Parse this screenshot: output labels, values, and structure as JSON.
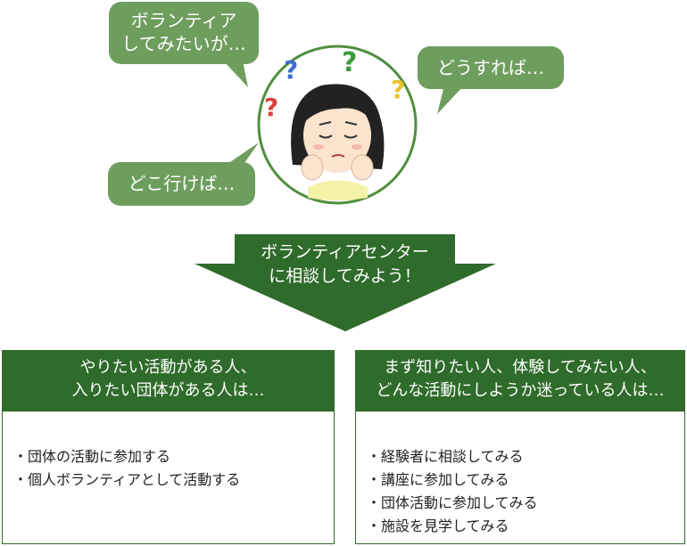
{
  "colors": {
    "bubble": "#6e9e5e",
    "dark_green": "#2f6b2a",
    "circle_border": "#4f8f3f",
    "q_blue": "#3b6fd1",
    "q_green": "#3c9b3c",
    "q_yellow": "#e8c32c",
    "q_red": "#d9403c"
  },
  "bubbles": {
    "top_left": [
      "ボランティア",
      "してみたいが…"
    ],
    "right": "どうすれば…",
    "bottom_left": "どこ行けば…"
  },
  "main_arrow": [
    "ボランティアセンター",
    "に相談してみよう！"
  ],
  "left_panel": {
    "header": [
      "やりたい活動がある人、",
      "入りたい団体がある人は…"
    ],
    "items": [
      "団体の活動に参加する",
      "個人ボランティアとして活動する"
    ]
  },
  "right_panel": {
    "header": [
      "まず知りたい人、体験してみたい人、",
      "どんな活動にしようか迷っている人は…"
    ],
    "items": [
      "経験者に相談してみる",
      "講座に参加してみる",
      "団体活動に参加してみる",
      "施設を見学してみる"
    ]
  }
}
